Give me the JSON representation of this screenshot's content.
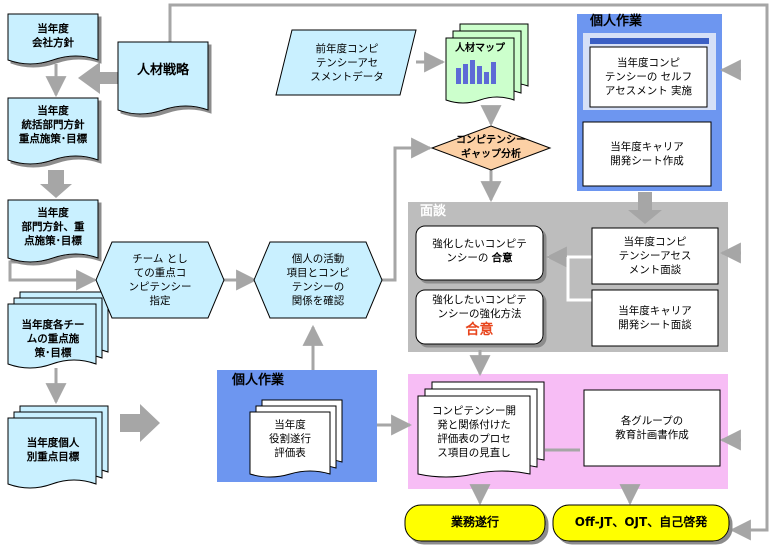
{
  "left_column": {
    "company_policy": "当年度\n会社方針",
    "division_policy": "当年度\n統括部門方針\n重点施策･目標",
    "dept_policy": "当年度\n部門方針、重\n点施策･目標",
    "team_goals": "当年度各チー\nムの重点施\n策･目標",
    "individual_goals": "当年度個人\n別重点目標"
  },
  "hr_strategy": "人材戦略",
  "prev_assessment": "前年度コンピ\nテンシーアセ\nスメントデータ",
  "talent_map": "人材マップ",
  "gap_analysis": "コンピテンシー\nギャップ分析",
  "team_competency": "チーム とし\nての重点コ\nンピテンシー\n指定",
  "link_check": "個人の活動\n項目とコンピ\nテンシーの\n関係を確認",
  "personal_work_top": {
    "title": "個人作業",
    "self_assessment": "当年度コンピ\nテンシーの セルフ\nアセスメント 実施",
    "career_sheet": "当年度キャリア\n開発シート作成"
  },
  "interview": {
    "title": "面談",
    "agree_competency_pre": "強化したいコンピテ\nンシーの ",
    "agree_competency_em": "合意",
    "agree_method_pre": "強化したいコンピテ\nンシーの強化方法",
    "agree_method_em": "合意",
    "assessment_interview": "当年度コンピ\nテンシーアセス\nメント面談",
    "career_interview": "当年度キャリア\n開発シート面談"
  },
  "personal_work_bottom": {
    "title": "個人作業",
    "role_sheet": "当年度\n役割遂行\n評価表"
  },
  "process_review": "コンピテンシー開\n発と関係付けた\n評価表のプロセ\nス項目の見直し",
  "education_plan": "各グループの\n教育計画書作成",
  "business": "業務遂行",
  "training": "Off-JT、OJT、自己啓発"
}
